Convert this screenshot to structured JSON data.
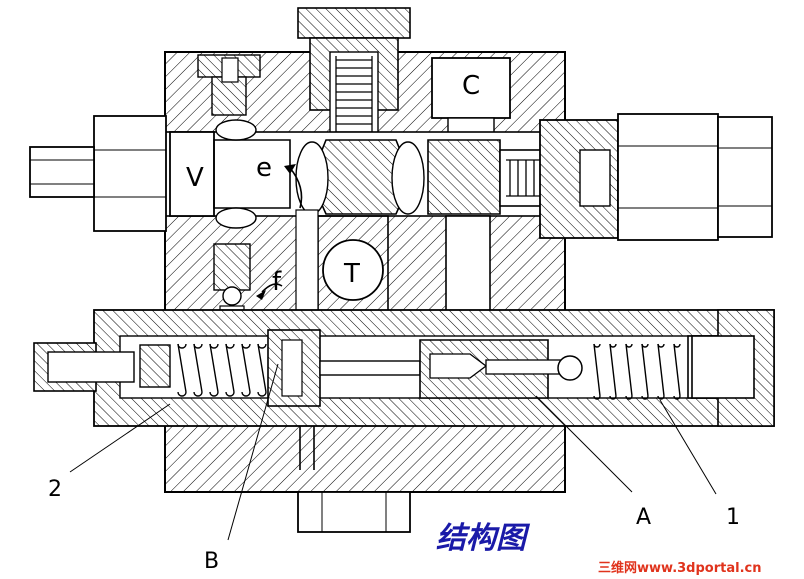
{
  "labels": {
    "V": "V",
    "C": "C",
    "T": "T",
    "e": "e",
    "f": "f",
    "n1": "1",
    "n2": "2",
    "A": "A",
    "B": "B"
  },
  "caption": "结构图",
  "watermark": "三维网www.3dportal.cn",
  "colors": {
    "caption": "#1a1aa8",
    "watermark": "#e0331c"
  }
}
